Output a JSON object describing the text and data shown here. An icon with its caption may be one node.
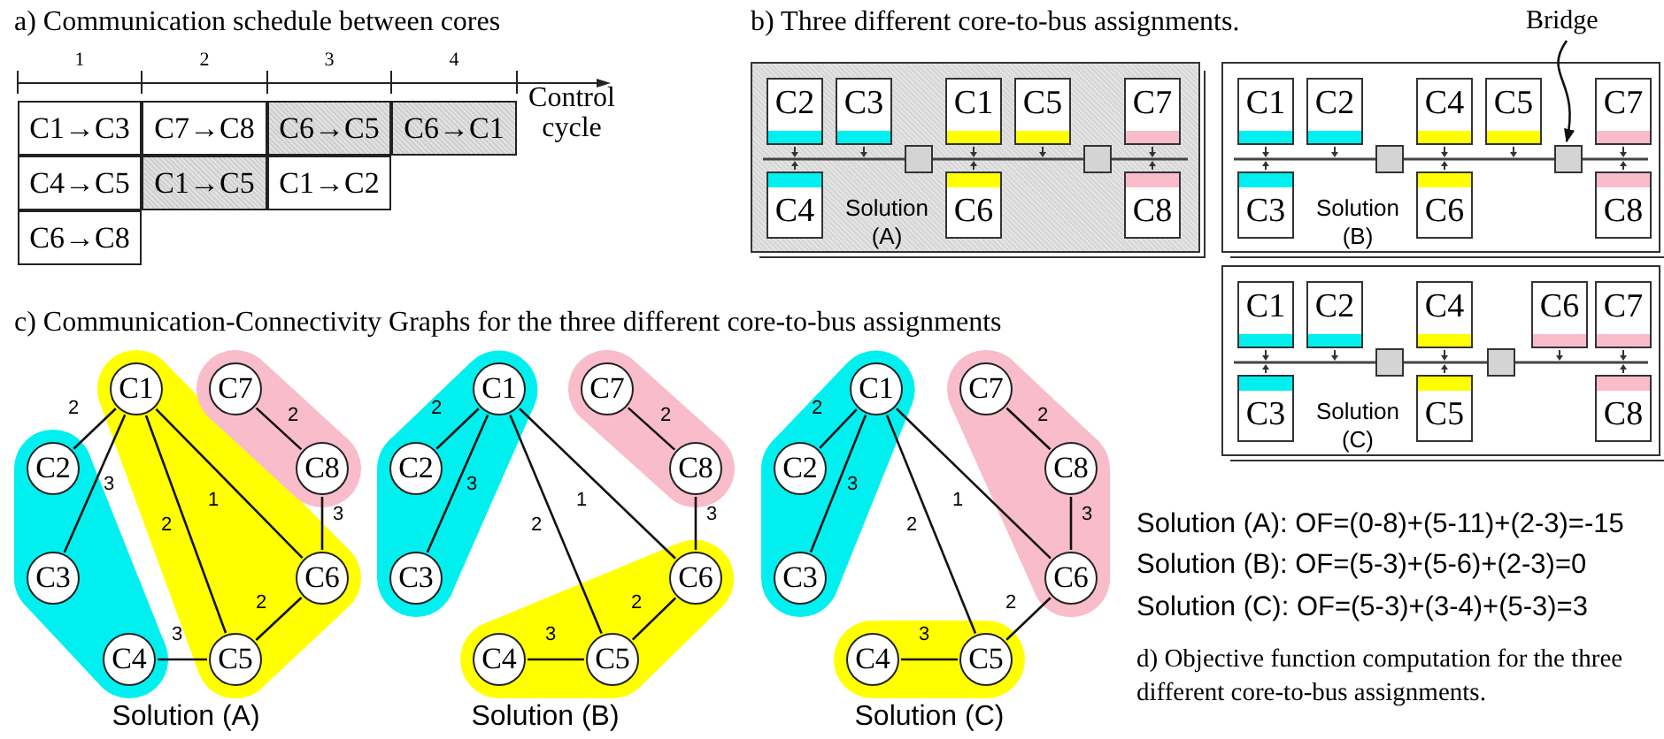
{
  "diagram": {
    "nodes": [
      {
        "text": [
          "Solution (A)"
        ]
      },
      {
        "text": [
          "C2"
        ],
        "in": 0
      },
      {
        "text": [
          "C3"
        ],
        "in": 0
      },
      {
        "text": [
          "C1"
        ],
        "in": 0
      },
      {
        "text": [
          "C5"
        ],
        "in": 0
      },
      {
        "text": [
          "C7"
        ],
        "in": 0
      },
      {
        "text": [
          "C4"
        ],
        "in": 0
      },
      {
        "text": [
          "C6"
        ],
        "in": 0
      },
      {
        "text": [
          "C8"
        ],
        "in": 0
      },
      {
        "text": [],
        "shape": "box",
        "in": 0
      },
      {
        "text": [],
        "shape": "box",
        "in": 0
      },
      {
        "text": [
          "Bridge"
        ]
      },
      {
        "text": [
          "Solution (B)"
        ]
      },
      {
        "text": [
          "C1"
        ],
        "in": 12
      },
      {
        "text": [
          "C2"
        ],
        "in": 12
      },
      {
        "text": [
          "C4"
        ],
        "in": 12
      },
      {
        "text": [
          "C5"
        ],
        "in": 12
      },
      {
        "text": [
          "C7"
        ],
        "in": 12
      },
      {
        "text": [
          "C3"
        ],
        "in": 12
      },
      {
        "text": [
          "C6"
        ],
        "in": 12
      },
      {
        "text": [
          "C8"
        ],
        "in": 12
      },
      {
        "text": [],
        "shape": "box",
        "in": 12
      },
      {
        "text": [],
        "shape": "box",
        "in": 12
      },
      {
        "text": [
          "Solution (C)"
        ]
      },
      {
        "text": [
          "C1"
        ],
        "in": 23
      },
      {
        "text": [
          "C2"
        ],
        "in": 23
      },
      {
        "text": [
          "C4"
        ],
        "in": 23
      },
      {
        "text": [
          "C6"
        ],
        "in": 23
      },
      {
        "text": [
          "C7"
        ],
        "in": 23
      },
      {
        "text": [
          "C3"
        ],
        "in": 23
      },
      {
        "text": [
          "C5"
        ],
        "in": 23
      },
      {
        "text": [
          "C8"
        ],
        "in": 23
      },
      {
        "text": [],
        "shape": "box",
        "in": 23
      },
      {
        "text": [],
        "shape": "box",
        "in": 23
      },
      {
        "text": [
          "C1"
        ]
      },
      {
        "text": [
          "C2"
        ]
      },
      {
        "text": [
          "C3"
        ]
      },
      {
        "text": [
          "C4"
        ]
      },
      {
        "text": [
          "C5"
        ]
      },
      {
        "text": [
          "C6"
        ]
      },
      {
        "text": [
          "C7"
        ]
      },
      {
        "text": [
          "C8"
        ]
      },
      {
        "text": [
          "C1"
        ]
      },
      {
        "text": [
          "C2"
        ]
      },
      {
        "text": [
          "C3"
        ]
      },
      {
        "text": [
          "C4"
        ]
      },
      {
        "text": [
          "C5"
        ]
      },
      {
        "text": [
          "C6"
        ]
      },
      {
        "text": [
          "C7"
        ]
      },
      {
        "text": [
          "C8"
        ]
      },
      {
        "text": [
          "C1"
        ]
      },
      {
        "text": [
          "C2"
        ]
      },
      {
        "text": [
          "C3"
        ]
      },
      {
        "text": [
          "C4"
        ]
      },
      {
        "text": [
          "C5"
        ]
      },
      {
        "text": [
          "C6"
        ]
      },
      {
        "text": [
          "C7"
        ]
      },
      {
        "text": [
          "C8"
        ]
      }
    ],
    "edges": [
      {
        "from": 11,
        "to": 22,
        "arrow": "to"
      },
      {
        "from": 34,
        "to": 35,
        "arrow": "none",
        "label": "2"
      },
      {
        "from": 34,
        "to": 36,
        "arrow": "none",
        "label": "3"
      },
      {
        "from": 34,
        "to": 38,
        "arrow": "none",
        "label": "2"
      },
      {
        "from": 34,
        "to": 39,
        "arrow": "none",
        "label": "1"
      },
      {
        "from": 40,
        "to": 41,
        "arrow": "none",
        "label": "2"
      },
      {
        "from": 41,
        "to": 39,
        "arrow": "none",
        "label": "3"
      },
      {
        "from": 39,
        "to": 38,
        "arrow": "none",
        "label": "2"
      },
      {
        "from": 37,
        "to": 38,
        "arrow": "none",
        "label": "3"
      },
      {
        "from": 42,
        "to": 43,
        "arrow": "none",
        "label": "2"
      },
      {
        "from": 42,
        "to": 44,
        "arrow": "none",
        "label": "3"
      },
      {
        "from": 42,
        "to": 46,
        "arrow": "none",
        "label": "2"
      },
      {
        "from": 42,
        "to": 47,
        "arrow": "none",
        "label": "1"
      },
      {
        "from": 48,
        "to": 49,
        "arrow": "none",
        "label": "2"
      },
      {
        "from": 49,
        "to": 47,
        "arrow": "none",
        "label": "3"
      },
      {
        "from": 47,
        "to": 46,
        "arrow": "none",
        "label": "2"
      },
      {
        "from": 45,
        "to": 46,
        "arrow": "none",
        "label": "3"
      },
      {
        "from": 50,
        "to": 51,
        "arrow": "none",
        "label": "2"
      },
      {
        "from": 50,
        "to": 52,
        "arrow": "none",
        "label": "3"
      },
      {
        "from": 50,
        "to": 54,
        "arrow": "none",
        "label": "2"
      },
      {
        "from": 50,
        "to": 55,
        "arrow": "none",
        "label": "1"
      },
      {
        "from": 56,
        "to": 57,
        "arrow": "none",
        "label": "2"
      },
      {
        "from": 57,
        "to": 55,
        "arrow": "none",
        "label": "3"
      },
      {
        "from": 55,
        "to": 54,
        "arrow": "none",
        "label": "2"
      },
      {
        "from": 53,
        "to": 54,
        "arrow": "none",
        "label": "3"
      }
    ],
    "labels": [
      "a) Communication schedule between cores",
      "b) Three different core-to-bus assignments.",
      "1",
      "2",
      "3",
      "4",
      "Control cycle",
      "C1→C3",
      "C7→C8",
      "C6→C5",
      "C6→C1",
      "C4→C5",
      "C1→C5",
      "C1→C2",
      "C6→C8",
      "c) Communication-Connectivity Graphs for the three different core-to-bus assignments",
      "Solution (A)",
      "Solution (B)",
      "Solution (C)",
      "Solution (A): OF=(0-8)+(5-11)+(2-3)=-15",
      "Solution (B): OF=(5-3)+(5-6)+(2-3)=0",
      "Solution (C): OF=(5-3)+(3-4)+(5-3)=3",
      "d) Objective function computation for the three different core-to-bus assignments."
    ]
  }
}
